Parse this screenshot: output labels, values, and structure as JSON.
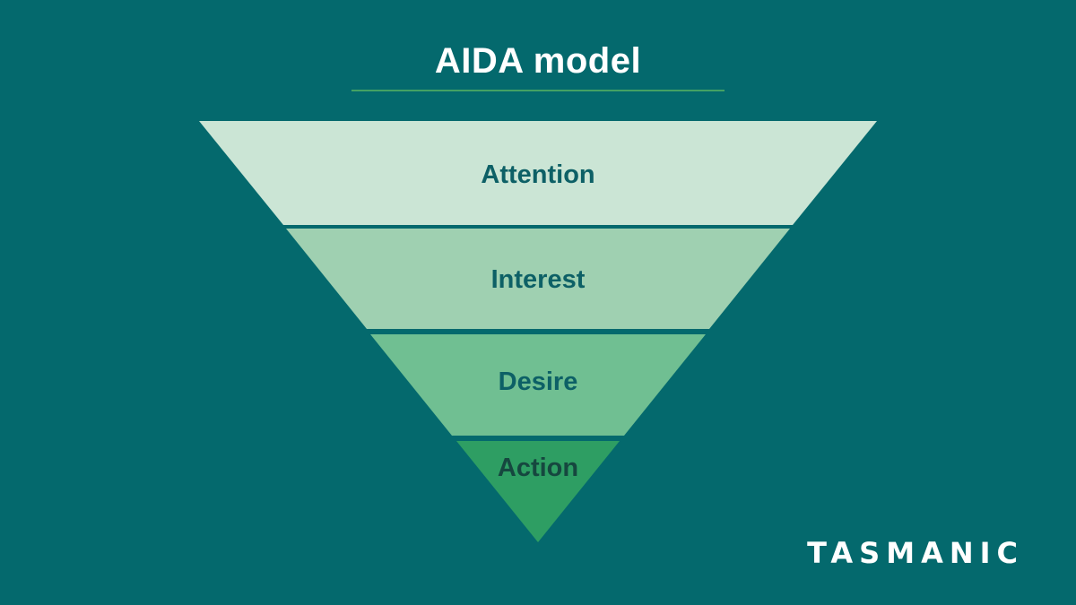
{
  "title": "AIDA model",
  "brand": "TASMANIC",
  "colors": {
    "background": "#04696d",
    "title_text": "#ffffff",
    "title_underline": "#44a264",
    "stage_label": "#0d6066",
    "stage_label_action": "#16473f",
    "brand_text": "#ffffff"
  },
  "funnel": {
    "type": "inverted-pyramid",
    "stages": [
      {
        "label": "Attention",
        "color": "#cbe5d5",
        "order": 1
      },
      {
        "label": "Interest",
        "color": "#9fd0b1",
        "order": 2
      },
      {
        "label": "Desire",
        "color": "#70bf92",
        "order": 3
      },
      {
        "label": "Action",
        "color": "#2e9e63",
        "order": 4
      }
    ]
  }
}
